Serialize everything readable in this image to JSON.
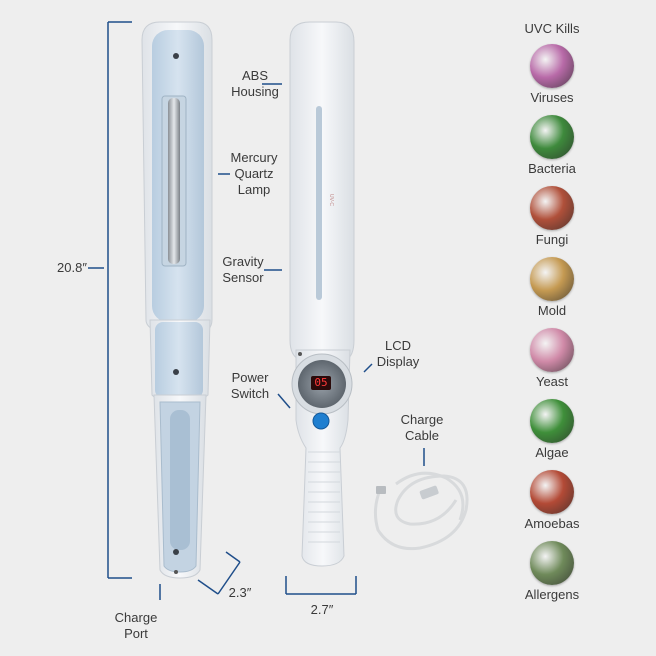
{
  "diagram": {
    "dimensions": {
      "length": "20.8″",
      "width": "2.3″",
      "depth": "2.7″"
    },
    "callouts": {
      "abs_housing": [
        "ABS",
        "Housing"
      ],
      "lamp": [
        "Mercury",
        "Quartz",
        "Lamp"
      ],
      "gravity_sensor": [
        "Gravity",
        "Sensor"
      ],
      "lcd_display": [
        "LCD",
        "Display"
      ],
      "power_switch": [
        "Power",
        "Switch"
      ],
      "charge_cable": [
        "Charge",
        "Cable"
      ],
      "charge_port": [
        "Charge",
        "Port"
      ]
    },
    "lcd_value": "05",
    "kills": {
      "title": "UVC Kills",
      "items": [
        {
          "name": "Viruses",
          "icon": "virus-icon",
          "color": "#b86aa8"
        },
        {
          "name": "Bacteria",
          "icon": "bacteria-icon",
          "color": "#3e8a3c"
        },
        {
          "name": "Fungi",
          "icon": "fungi-icon",
          "color": "#b0503a"
        },
        {
          "name": "Mold",
          "icon": "mold-icon",
          "color": "#c59a52"
        },
        {
          "name": "Yeast",
          "icon": "yeast-icon",
          "color": "#d08aa8"
        },
        {
          "name": "Algae",
          "icon": "algae-icon",
          "color": "#3f8f3a"
        },
        {
          "name": "Amoebas",
          "icon": "amoeba-icon",
          "color": "#b34a36"
        },
        {
          "name": "Allergens",
          "icon": "allergen-icon",
          "color": "#6f8a5a"
        }
      ]
    }
  }
}
